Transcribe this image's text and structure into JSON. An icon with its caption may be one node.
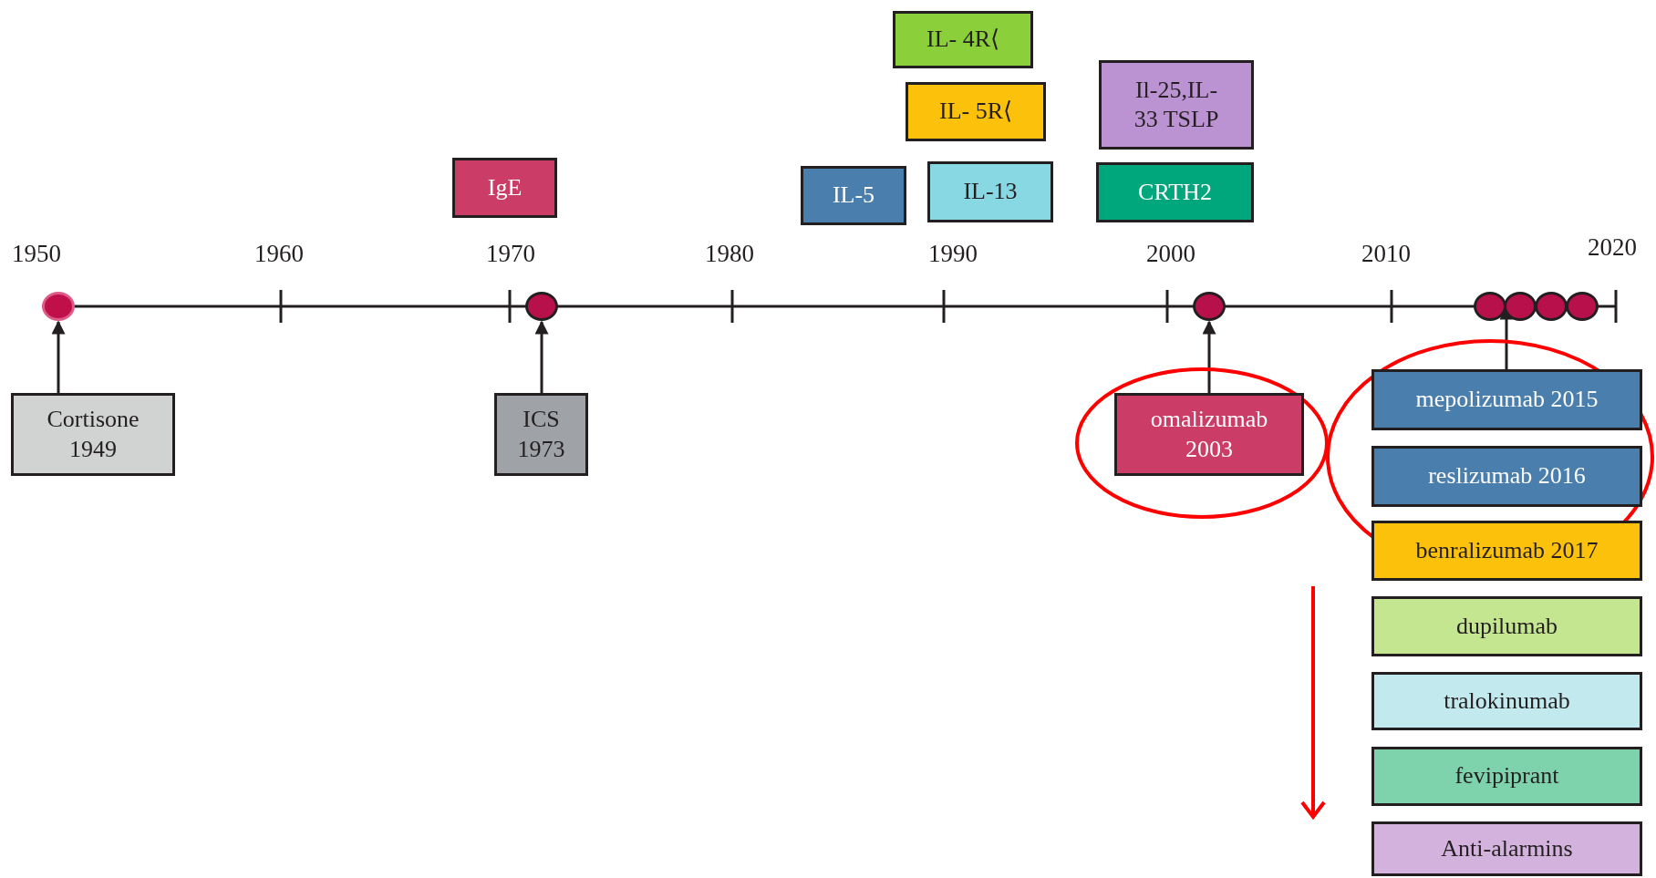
{
  "diagram": {
    "nodes": [
      {
        "text": [
          "IL- 4R⟨"
        ]
      },
      {
        "text": [
          "IL- 5R⟨"
        ]
      },
      {
        "text": [
          "Il-25,IL- 33 TSLP"
        ]
      },
      {
        "text": [
          "IgE"
        ]
      },
      {
        "text": [
          "IL-5"
        ]
      },
      {
        "text": [
          "IL-13"
        ]
      },
      {
        "text": [
          "CRTH2"
        ]
      },
      {
        "text": [],
        "shape": "circle"
      },
      {
        "text": [],
        "shape": "circle"
      },
      {
        "text": [],
        "shape": "circle"
      },
      {
        "text": [],
        "shape": "circle"
      },
      {
        "text": [],
        "shape": "circle"
      },
      {
        "text": [],
        "shape": "circle"
      },
      {
        "text": [],
        "shape": "circle"
      },
      {
        "text": [
          "Cortisone 1949"
        ]
      },
      {
        "text": [
          "ICS 1973"
        ]
      },
      {
        "text": [
          "omalizumab 2003"
        ]
      },
      {
        "text": [
          "mepolizumab 2015"
        ]
      },
      {
        "text": [
          "reslizumab 2016"
        ]
      },
      {
        "text": [
          "benralizumab 2017"
        ]
      },
      {
        "text": [
          "dupilumab"
        ]
      },
      {
        "text": [
          "tralokinumab"
        ]
      },
      {
        "text": [
          "fevipiprant"
        ]
      },
      {
        "text": [
          "Anti-alarmins"
        ]
      }
    ],
    "edges": [
      {
        "from": 14,
        "to": 7,
        "arrow": "to"
      },
      {
        "from": 15,
        "to": 8,
        "arrow": "to"
      },
      {
        "from": 16,
        "to": 9,
        "arrow": "to"
      },
      {
        "from": 17,
        "to": 10,
        "arrow": "to"
      }
    ],
    "labels": [
      "1950",
      "1960",
      "1970",
      "1980",
      "1990",
      "2000",
      "2010",
      "2020"
    ]
  }
}
